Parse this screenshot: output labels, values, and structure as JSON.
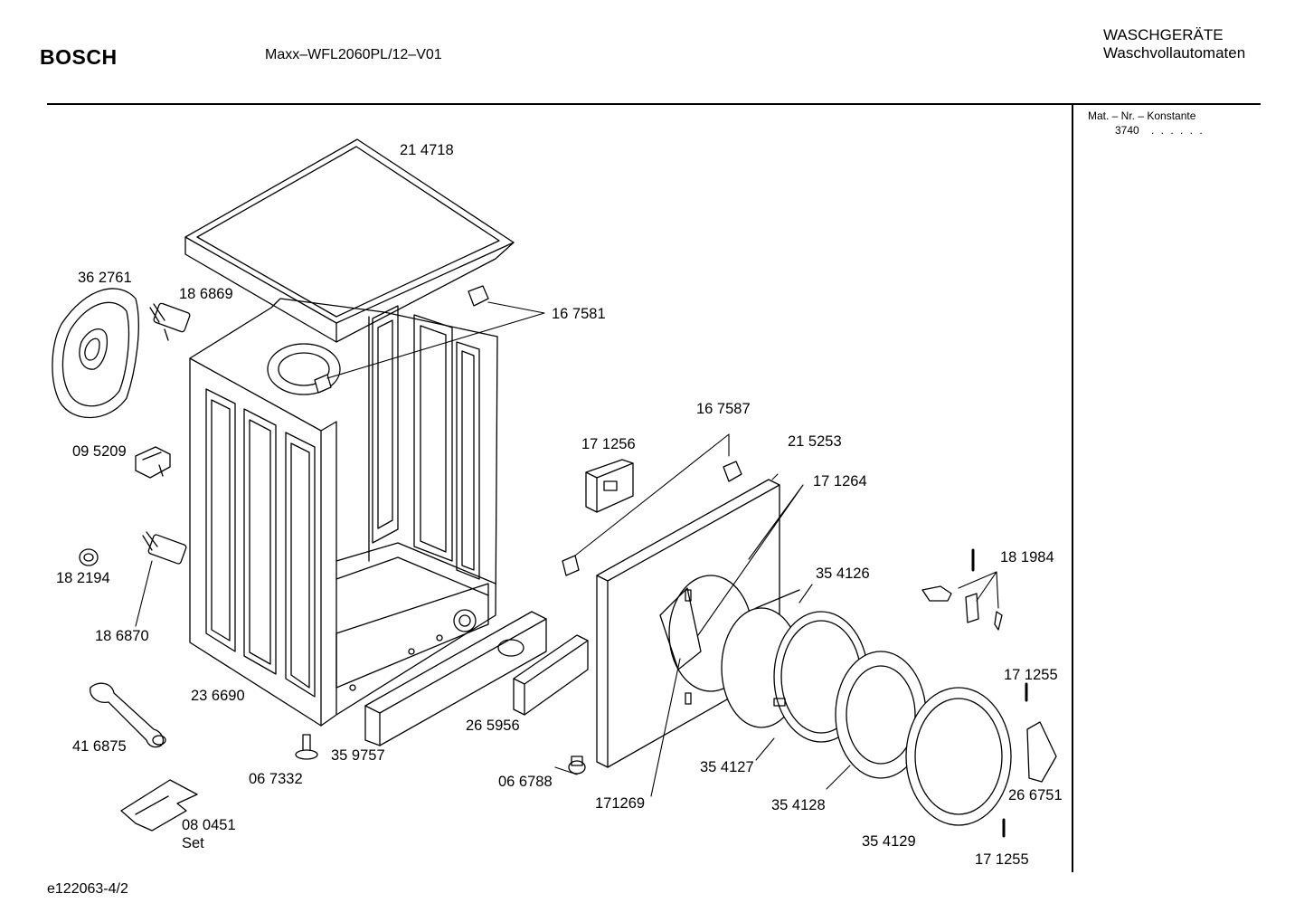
{
  "header": {
    "brand": "BOSCH",
    "model": "Maxx–WFL2060PL/12–V01",
    "category_line1": "WASCHGERÄTE",
    "category_line2": "Waschvollautomaten"
  },
  "sidebar": {
    "heading": "Mat. – Nr. – Konstante",
    "value": "3740",
    "dots": ". .  . . . ."
  },
  "footer": {
    "code": "e122063-4/2"
  },
  "parts": [
    {
      "id": "p_214718",
      "number": "21 4718"
    },
    {
      "id": "p_362761",
      "number": "36 2761"
    },
    {
      "id": "p_186869",
      "number": "18 6869"
    },
    {
      "id": "p_167581",
      "number": "16 7581"
    },
    {
      "id": "p_095209",
      "number": "09 5209"
    },
    {
      "id": "p_182194",
      "number": "18 2194"
    },
    {
      "id": "p_186870",
      "number": "18 6870"
    },
    {
      "id": "p_236690",
      "number": "23 6690"
    },
    {
      "id": "p_416875",
      "number": "41 6875"
    },
    {
      "id": "p_067332",
      "number": "06 7332"
    },
    {
      "id": "p_359757",
      "number": "35 9757"
    },
    {
      "id": "p_080451",
      "number": "08 0451"
    },
    {
      "id": "p_set",
      "number": "Set"
    },
    {
      "id": "p_265956",
      "number": "26 5956"
    },
    {
      "id": "p_066788",
      "number": "06 6788"
    },
    {
      "id": "p_171256",
      "number": "17 1256"
    },
    {
      "id": "p_167587",
      "number": "16 7587"
    },
    {
      "id": "p_215253",
      "number": "21 5253"
    },
    {
      "id": "p_171264",
      "number": "17 1264"
    },
    {
      "id": "p_171269",
      "number": "171269"
    },
    {
      "id": "p_354126",
      "number": "35 4126"
    },
    {
      "id": "p_354127",
      "number": "35 4127"
    },
    {
      "id": "p_354128",
      "number": "35 4128"
    },
    {
      "id": "p_354129",
      "number": "35 4129"
    },
    {
      "id": "p_181984",
      "number": "18 1984"
    },
    {
      "id": "p_171255a",
      "number": "17 1255"
    },
    {
      "id": "p_266751",
      "number": "26 6751"
    },
    {
      "id": "p_171255b",
      "number": "17 1255"
    }
  ]
}
